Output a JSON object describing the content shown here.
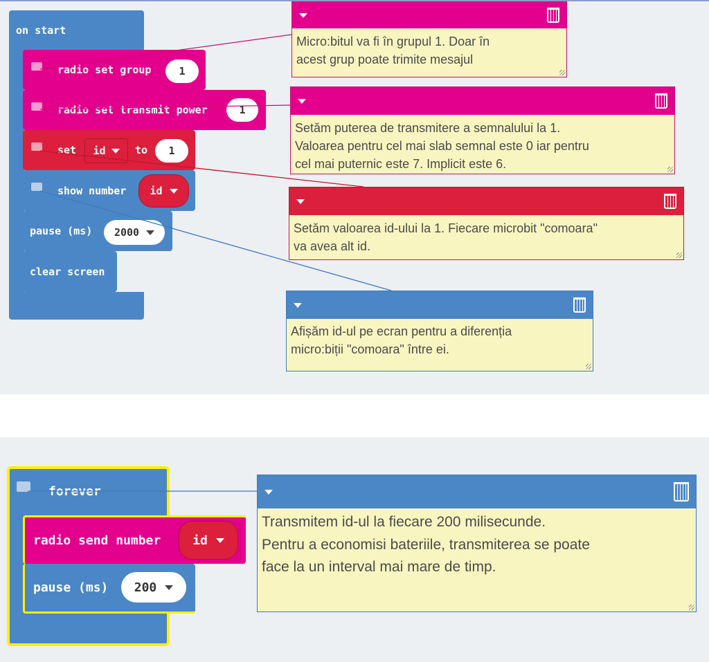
{
  "on_start": {
    "label": "on start",
    "blocks": [
      {
        "label": "radio set group",
        "value": "1"
      },
      {
        "label": "radio set transmit power",
        "value": "1"
      },
      {
        "label_set": "set",
        "variable": "id",
        "label_to": "to",
        "value": "1"
      },
      {
        "label": "show number",
        "variable": "id"
      },
      {
        "label": "pause (ms)",
        "value": "2000"
      },
      {
        "label": "clear screen"
      }
    ]
  },
  "comments_top": [
    {
      "lines": [
        "Micro:bitul va fi în grupul 1. Doar în",
        "acest grup poate trimite mesajul"
      ]
    },
    {
      "lines": [
        "Setăm puterea de transmitere a semnalului la 1.",
        "Valoarea pentru cel mai slab semnal este 0 iar pentru",
        "cel mai puternic este 7. Implicit este 6."
      ]
    },
    {
      "lines": [
        "Setăm valoarea id-ului la 1. Fiecare microbit \"comoara\"",
        "va avea alt id."
      ]
    },
    {
      "lines": [
        "Afișăm id-ul pe ecran pentru a diferenția",
        "micro:biții \"comoara\" între ei."
      ]
    }
  ],
  "forever": {
    "label": "forever",
    "blocks": [
      {
        "label": "radio send number",
        "variable": "id"
      },
      {
        "label": "pause (ms)",
        "value": "200"
      }
    ]
  },
  "comment_bottom": {
    "lines": [
      "Transmitem id-ul la fiecare 200 milisecunde.",
      "Pentru a economisi bateriile, transmiterea se poate",
      "face la un interval mai mare de timp."
    ]
  },
  "colors": {
    "blue": "#4b87c6",
    "magenta": "#e3008c",
    "red": "#dc1f3c",
    "comment": "#f9f5c1",
    "highlight": "#ffef00"
  }
}
